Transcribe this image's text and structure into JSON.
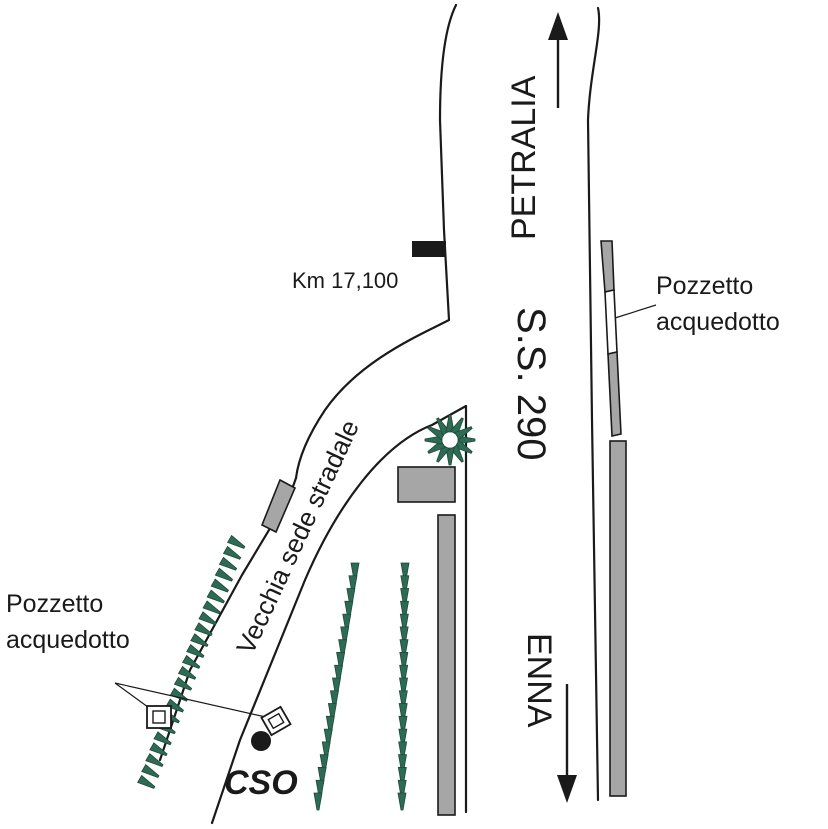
{
  "labels": {
    "north_destination": "PETRALIA",
    "south_destination": "ENNA",
    "road_name": "S.S. 290",
    "old_road": "Vecchia sede stradale",
    "km_marker": "Km 17,100",
    "manhole_right_line1": "Pozzetto",
    "manhole_right_line2": "acquedotto",
    "manhole_left_line1": "Pozzetto",
    "manhole_left_line2": "acquedotto",
    "cso": "CSO"
  },
  "colors": {
    "line": "#1a1a1a",
    "wall_fill": "#a6a6a6",
    "vegetation": "#2e6b55"
  },
  "icons": {
    "arrow_north": "arrow-up-icon",
    "arrow_south": "arrow-down-icon",
    "vegetation": "tree-icon",
    "manhole": "manhole-icon",
    "outfall": "filled-circle-icon"
  }
}
